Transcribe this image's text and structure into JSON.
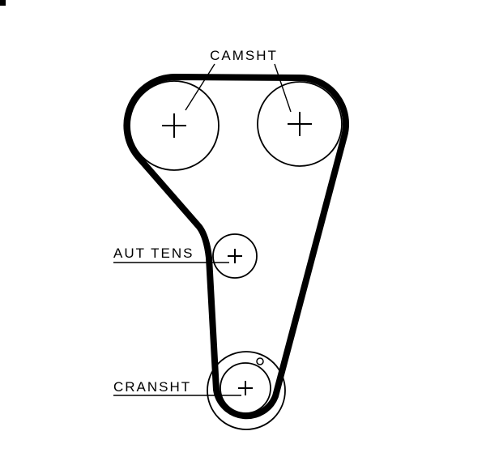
{
  "diagram": {
    "labels": {
      "camshaft": "CAMSHT",
      "tensioner": "AUT TENS",
      "crankshaft": "CRANSHT"
    },
    "colors": {
      "belt": "#000000",
      "line": "#000000",
      "background": "#ffffff"
    }
  }
}
